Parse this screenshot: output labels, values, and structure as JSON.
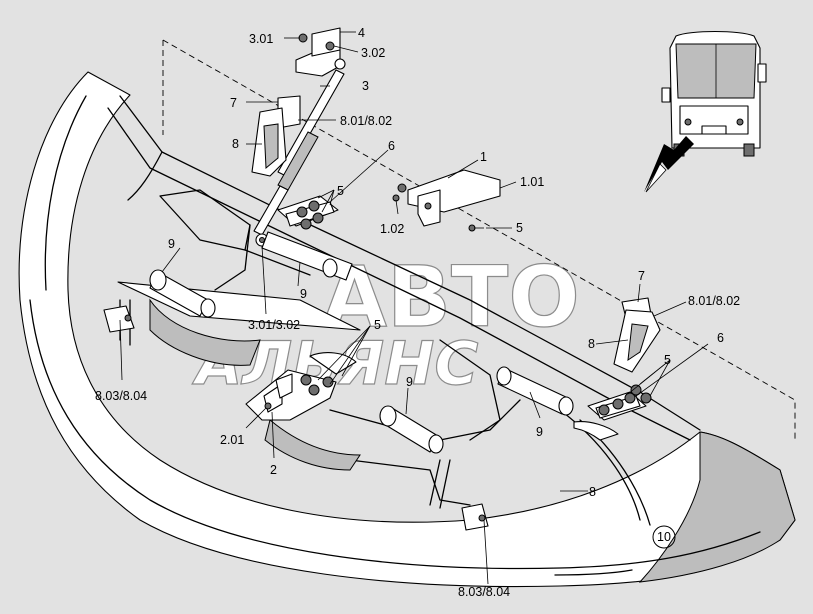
{
  "watermark": {
    "line1": "АВТО",
    "line2": "АЛЬЯНС"
  },
  "labels": {
    "l_3_01_top": "3.01",
    "l_4": "4",
    "l_3_02_top": "3.02",
    "l_3": "3",
    "l_7_left": "7",
    "l_8_01_left": "8.01/8.02",
    "l_8_left": "8",
    "l_6_left": "6",
    "l_5_left": "5",
    "l_1": "1",
    "l_1_01": "1.01",
    "l_1_02": "1.02",
    "l_5_mid": "5",
    "l_9_a": "9",
    "l_9_b": "9",
    "l_3_01_mid": "3.01/3.02",
    "l_5_center": "5",
    "l_8_03_left": "8.03/8.04",
    "l_2_01": "2.01",
    "l_2": "2",
    "l_9_c": "9",
    "l_9_d": "9",
    "l_7_right": "7",
    "l_8_01_right": "8.01/8.02",
    "l_8_right": "8",
    "l_6_right": "6",
    "l_5_right": "5",
    "l_8_bottom": "8",
    "l_10": "10",
    "l_8_03_bottom": "8.03/8.04"
  },
  "icons": [
    "bus-front-view-icon",
    "view-direction-arrow-icon"
  ]
}
